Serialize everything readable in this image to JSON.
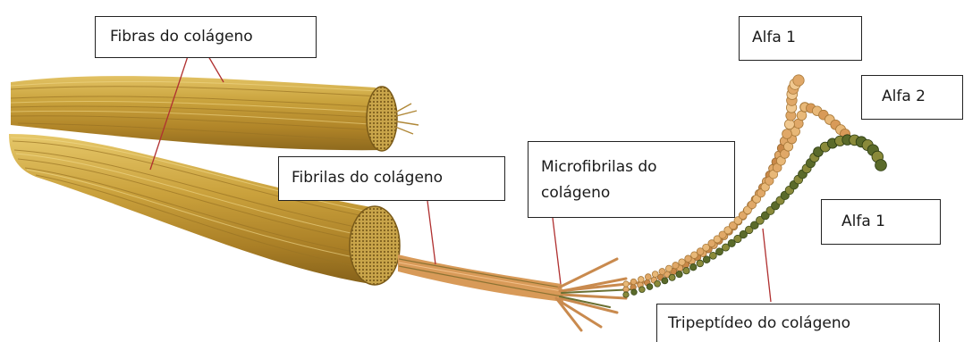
{
  "labels": {
    "fibras": "Fibras do  colágeno",
    "fibrilas": "Fibrilas  do colágeno",
    "microfibrilas": "Microfibrilas  do\ncolágeno",
    "alfa1_top": "Alfa 1",
    "alfa2": "Alfa 2",
    "alfa1_bottom": "Alfa 1",
    "tripeptideo": "Tripeptídeo do colágeno"
  },
  "colors": {
    "fiber_gold": "#c8a23a",
    "fiber_dark": "#8a6a1c",
    "fiber_light": "#e8cc70",
    "bead_orange": "#e0a868",
    "bead_dark_green": "#5a6a2a",
    "bead_olive": "#8a8a3a",
    "pointer_line": "#b03030"
  }
}
